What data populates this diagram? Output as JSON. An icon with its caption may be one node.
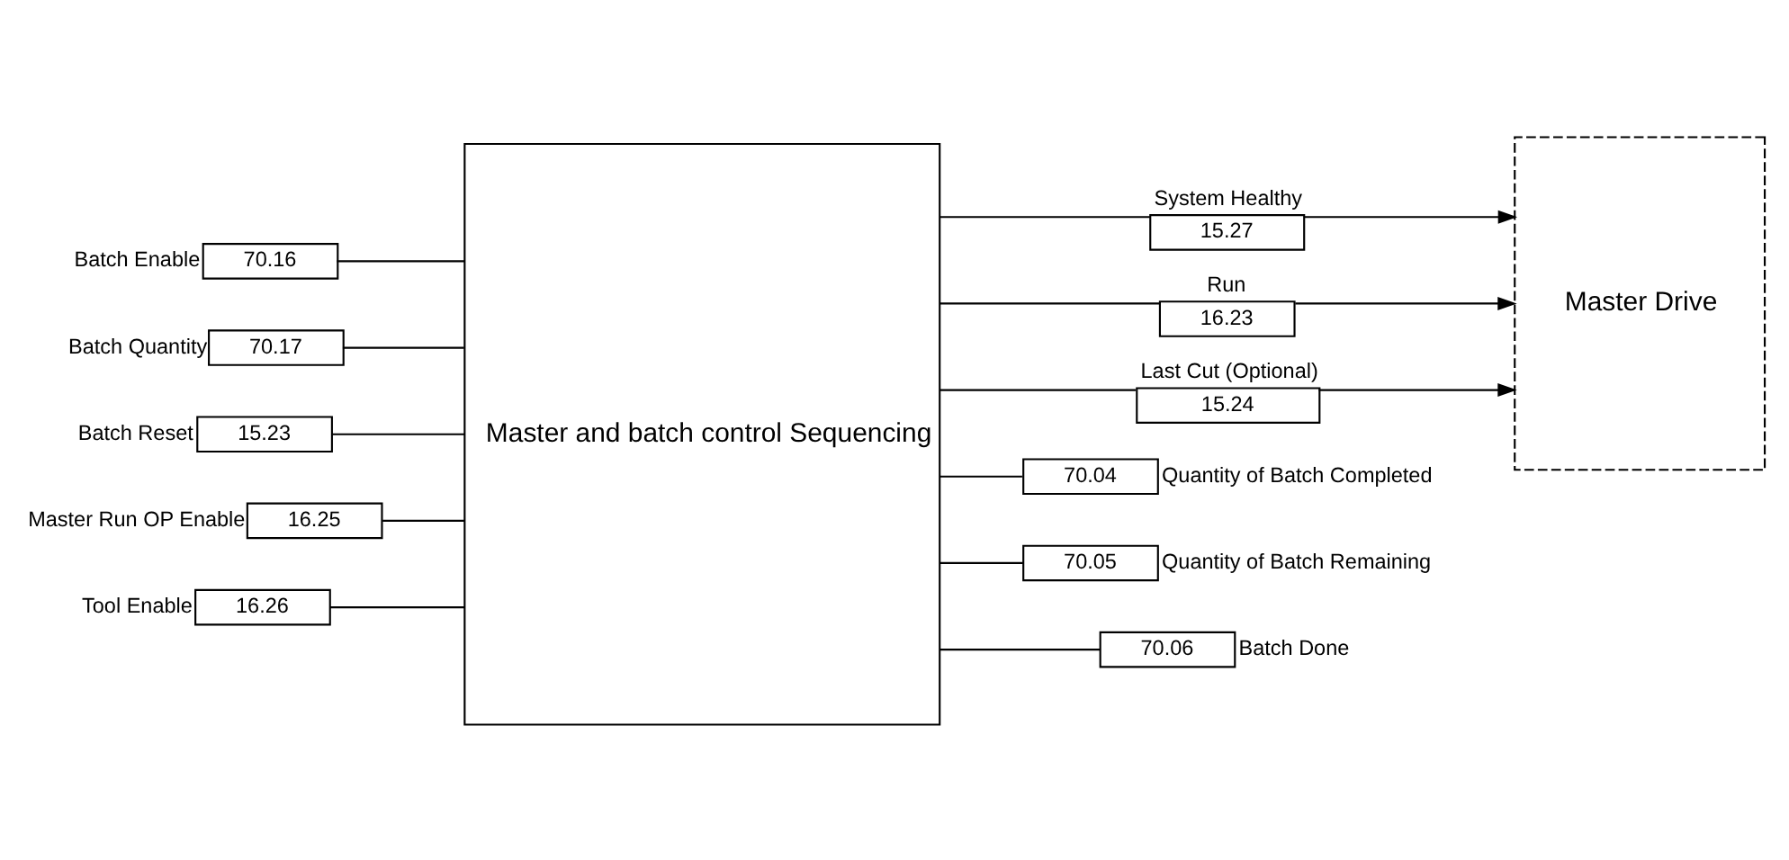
{
  "diagram": {
    "nodes": [
      {
        "text": [
          "70.16"
        ],
        "beside": [
          "Batch Enable"
        ]
      },
      {
        "text": [
          "70.17"
        ],
        "beside": [
          "Batch Quantity"
        ]
      },
      {
        "text": [
          "15.23"
        ],
        "beside": [
          "Batch Reset"
        ]
      },
      {
        "text": [
          "16.25"
        ],
        "beside": [
          "Master Run OP Enable"
        ]
      },
      {
        "text": [
          "16.26"
        ],
        "beside": [
          "Tool Enable"
        ]
      },
      {
        "text": [
          "Master and batch control Sequencing"
        ]
      },
      {
        "text": [
          "15.27"
        ],
        "beside": [
          "System Healthy"
        ]
      },
      {
        "text": [
          "16.23"
        ],
        "beside": [
          "Run"
        ]
      },
      {
        "text": [
          "15.24"
        ],
        "beside": [
          "Last Cut (Optional)"
        ]
      },
      {
        "text": [
          "Master Drive"
        ]
      },
      {
        "text": [
          "70.04"
        ],
        "beside": [
          "Quantity of Batch Completed"
        ]
      },
      {
        "text": [
          "70.05"
        ],
        "beside": [
          "Quantity of Batch Remaining"
        ]
      },
      {
        "text": [
          "70.06"
        ],
        "beside": [
          "Batch Done"
        ]
      }
    ],
    "edges": [
      {
        "from": 0,
        "to": 5,
        "arrow": "none"
      },
      {
        "from": 1,
        "to": 5,
        "arrow": "none"
      },
      {
        "from": 2,
        "to": 5,
        "arrow": "none"
      },
      {
        "from": 3,
        "to": 5,
        "arrow": "none"
      },
      {
        "from": 4,
        "to": 5,
        "arrow": "none"
      },
      {
        "from": 5,
        "to": 6,
        "arrow": "none"
      },
      {
        "from": 5,
        "to": 7,
        "arrow": "none"
      },
      {
        "from": 5,
        "to": 8,
        "arrow": "none"
      },
      {
        "from": 6,
        "to": 9,
        "arrow": "to"
      },
      {
        "from": 7,
        "to": 9,
        "arrow": "to"
      },
      {
        "from": 8,
        "to": 9,
        "arrow": "to"
      },
      {
        "from": 5,
        "to": 10,
        "arrow": "none"
      },
      {
        "from": 5,
        "to": 11,
        "arrow": "none"
      },
      {
        "from": 5,
        "to": 12,
        "arrow": "none"
      }
    ]
  }
}
